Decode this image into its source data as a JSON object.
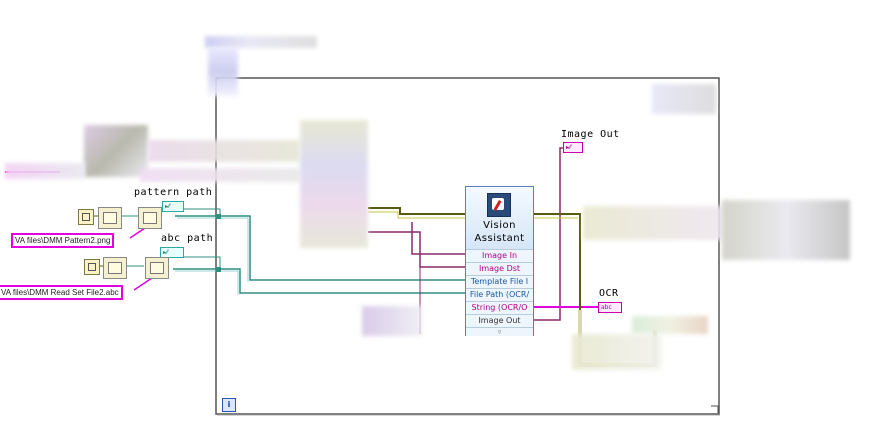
{
  "labels": {
    "pattern_path": "pattern path",
    "abc_path": "abc path",
    "image_out": "Image Out",
    "ocr": "OCR"
  },
  "path_constants": {
    "pattern_file": "VA files\\DMM Pattern2.png",
    "abc_file": "VA files\\DMM Read Set File2.abc"
  },
  "vision_assistant": {
    "title_line1": "Vision",
    "title_line2": "Assistant",
    "terminals": [
      "Image In",
      "Image Dst",
      "Template File I",
      "File Path (OCR/",
      "String (OCR/O",
      "Image Out"
    ],
    "footer": "▿"
  },
  "indicator_tags": {
    "path_tag": "▸⁄⁄",
    "image_tag": "▸⁄⁄",
    "abc_tag": "abc"
  },
  "loop_iteration": "i",
  "colors": {
    "path_wire": "#2f8f7f",
    "string_wire": "#e000e0",
    "image_wire": "#8a2a6a",
    "cluster_wire": "#5a5a10",
    "frame": "#555555"
  }
}
